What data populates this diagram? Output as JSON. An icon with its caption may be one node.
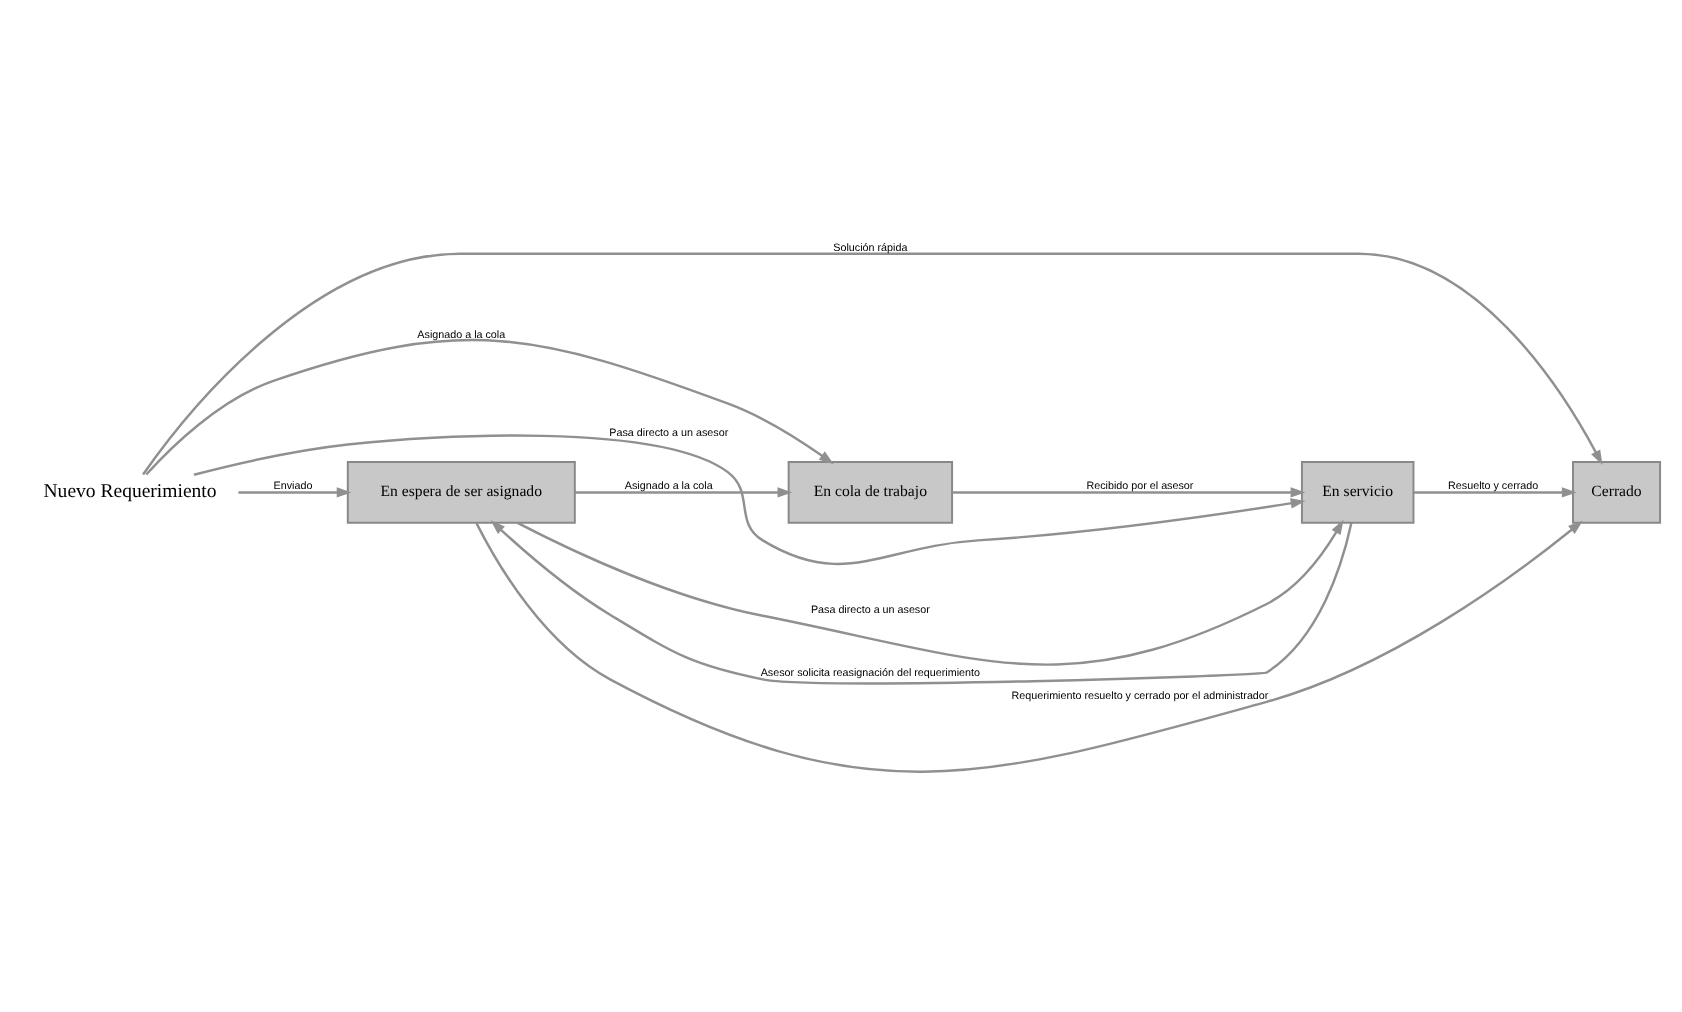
{
  "diagram": {
    "nodes": [
      {
        "text": [
          "Nuevo Requerimiento"
        ]
      },
      {
        "text": [
          "En espera de ser asignado"
        ]
      },
      {
        "text": [
          "En cola de trabajo"
        ]
      },
      {
        "text": [
          "En servicio"
        ]
      },
      {
        "text": [
          "Cerrado"
        ]
      }
    ],
    "edges": [
      {
        "from": 0,
        "to": 1,
        "arrow": "to",
        "label": "Enviado"
      },
      {
        "from": 1,
        "to": 2,
        "arrow": "to",
        "label": "Asignado a la cola"
      },
      {
        "from": 2,
        "to": 3,
        "arrow": "to",
        "label": "Recibido por el asesor"
      },
      {
        "from": 3,
        "to": 4,
        "arrow": "to",
        "label": "Resuelto y cerrado"
      },
      {
        "from": 0,
        "to": 4,
        "arrow": "to",
        "label": "Solución rápida"
      },
      {
        "from": 0,
        "to": 3,
        "arrow": "to",
        "label": "Pasa directo a un asesor"
      },
      {
        "from": 0,
        "to": 2,
        "arrow": "to",
        "label": "Asignado a la cola"
      },
      {
        "from": 1,
        "to": 3,
        "arrow": "to",
        "label": "Pasa directo a un asesor"
      },
      {
        "from": 3,
        "to": 1,
        "arrow": "to",
        "label": "Asesor solicita reasignación del requerimiento"
      },
      {
        "from": 1,
        "to": 4,
        "arrow": "to",
        "label": "Requerimiento resuelto y cerrado por el administrador"
      }
    ]
  }
}
